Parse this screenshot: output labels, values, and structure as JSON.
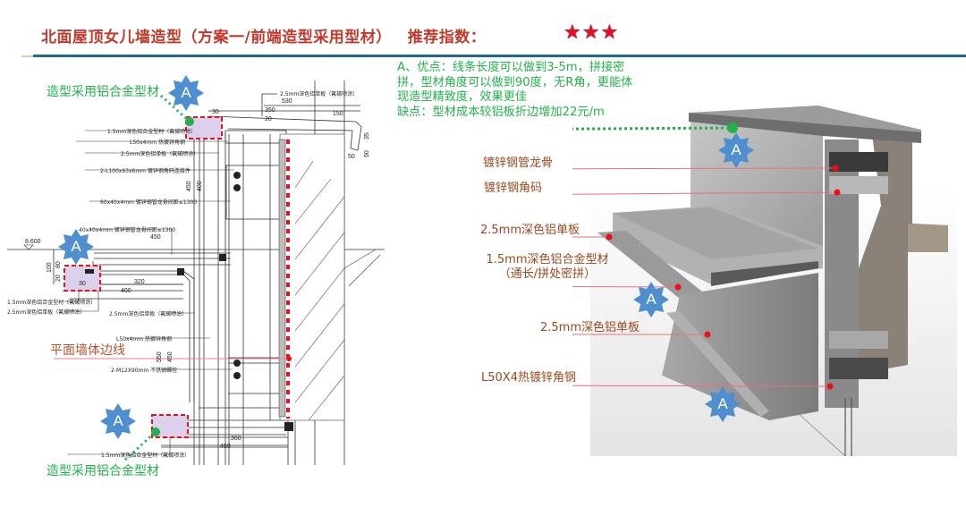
{
  "header": {
    "title": "北面屋顶女儿墙造型（方案一/前端造型采用型材）",
    "rating_label": "推荐指数：",
    "rating_stars": 3,
    "rating_glyphs": "★★★"
  },
  "pros_cons": {
    "lines": [
      "A、优点：线条长度可以做到3-5m，拼接密",
      "拼，型材角度可以做到90度，无R角，更能体",
      "现造型精致度，效果更佳",
      "缺点：型材成本较铝板折边增加22元/m"
    ]
  },
  "cad_drawing": {
    "callouts": {
      "top_profile": "造型采用铝合金型材",
      "bottom_profile": "造型采用铝合金型材",
      "wall_edge": "平面墙体边线"
    },
    "level_mark": "8.600",
    "notes": [
      "2.5mm深色铝单板（氟碳喷涂）",
      "1.5mm深色铝合金型材（氟碳喷涂）",
      "L50x4mm 热镀锌角钢",
      "2.5mm深色铝单板（氟碳喷涂）",
      "2-L100x63x6mm 镀锌钢角码连接件",
      "60x40x4mm 镀锌钢管龙骨间距≤1300",
      "40x40x4mm 镀锌钢管龙骨间距≤1300",
      "1.5mm深色铝合金型材（氟碳喷涂）",
      "2.5mm深色铝单板（氟碳喷涂）",
      "2.5mm深色铝单板（氟碳喷涂）",
      "L50x4mm 热镀锌角钢",
      "2-M12X90mm 不锈钢螺栓",
      "1.5mm深色铝合金型材（氟碳喷涂）"
    ],
    "dimensions": {
      "top_530": "530",
      "top_350": "350",
      "top_150": "150",
      "top_30": "30",
      "top_20": "20",
      "top_r35": "35",
      "top_r50": "50",
      "top_50": "50",
      "v_450": "450",
      "v_400": "400",
      "mid_450": "450",
      "mid_100": "100",
      "mid_80": "80",
      "mid_20": "20",
      "mid_30": "30",
      "mid_320": "320",
      "mid_400": "400",
      "v_550": "550",
      "v_450b": "450",
      "bot_360": "360",
      "bot_460": "460"
    },
    "badge_letter": "A"
  },
  "render_3d": {
    "labels": [
      "镀锌钢管龙骨",
      "镀锌钢角码",
      "2.5mm深色铝单板",
      "1.5mm深色铝合金型材",
      "（通长/拼处密拼）",
      "2.5mm深色铝单板",
      "L50X4热镀锌角钢"
    ],
    "badge_letter": "A"
  },
  "colors": {
    "title": "#c0392b",
    "accent_rule": "#1f6a8a",
    "green": "#22b14c",
    "badge": "#4f8fd0",
    "callout_red": "#e8101a",
    "label_brown": "#9a4a1e"
  }
}
